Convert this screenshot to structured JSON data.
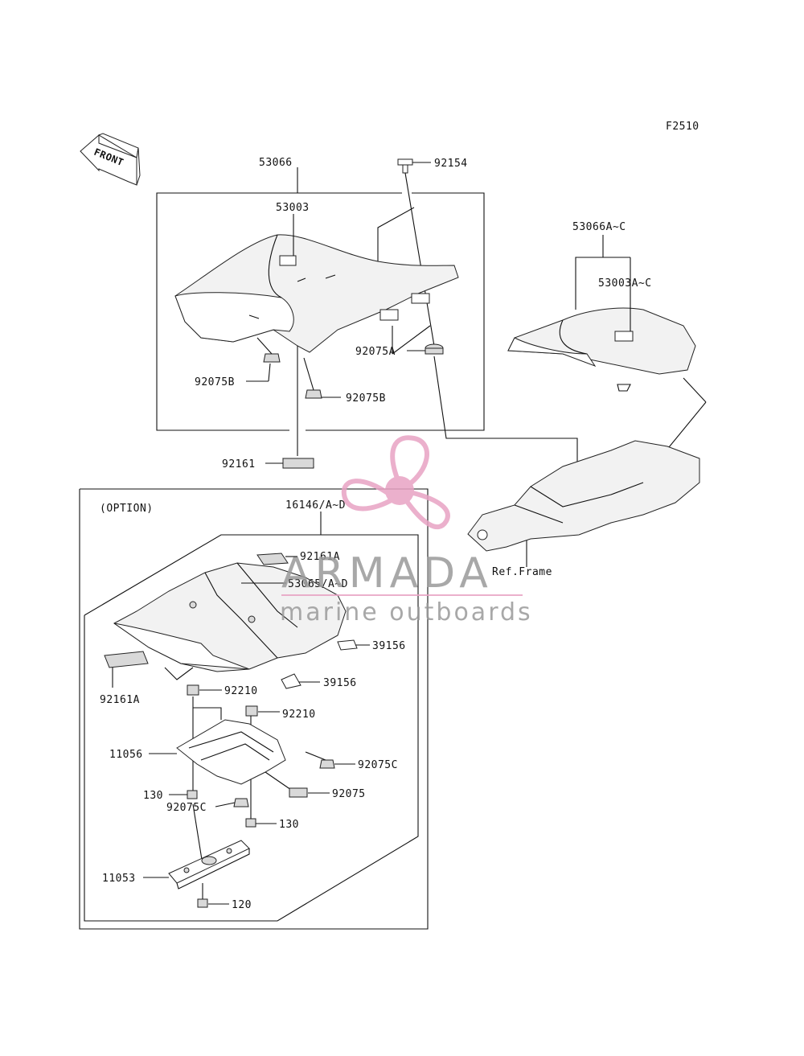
{
  "diagram_code": "F2510",
  "front_label": "FRONT",
  "watermark": {
    "title": "ARMADA",
    "subtitle": "marine outboards",
    "color": "#e8a3c4"
  },
  "option_label": "(OPTION)",
  "ref_label": "Ref.Frame",
  "callouts": {
    "c53066": "53066",
    "c92154": "92154",
    "c53003": "53003",
    "c53066ac": "53066A~C",
    "c53003ac": "53003A~C",
    "c92075b_l": "92075B",
    "c92075a": "92075A",
    "c92075b_r": "92075B",
    "c92161": "92161",
    "c16146": "16146/A~D",
    "c92161a_t": "92161A",
    "c53065": "53065/A~D",
    "c39156_a": "39156",
    "c39156_b": "39156",
    "c92161a_l": "92161A",
    "c92210_a": "92210",
    "c92210_b": "92210",
    "c11056": "11056",
    "c92075c_r": "92075C",
    "c130_l": "130",
    "c92075": "92075",
    "c92075c_l": "92075C",
    "c130_r": "130",
    "c11053": "11053",
    "c120": "120"
  }
}
